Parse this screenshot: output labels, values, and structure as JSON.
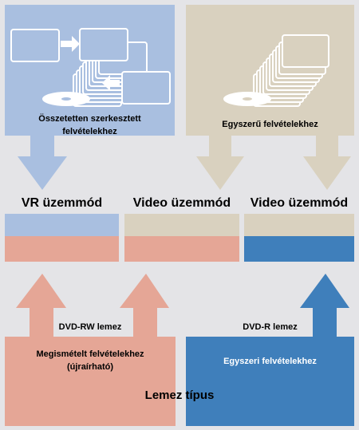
{
  "top_left": {
    "caption_line1": "Összetetten szerkesztett",
    "caption_line2": "felvételekhez"
  },
  "top_right": {
    "caption": "Egyszerű felvételekhez"
  },
  "modes": {
    "vr": "VR üzemmód",
    "video_middle": "Video üzemmód",
    "video_right": "Video üzemmód"
  },
  "discs": {
    "dvd_rw": "DVD-RW lemez",
    "dvd_r": "DVD-R lemez"
  },
  "bottom_left": {
    "caption_line1": "Megismételt felvételekhez",
    "caption_line2": "(újraírható)"
  },
  "bottom_right": {
    "caption": "Egyszeri felvételekhez"
  },
  "footer": {
    "title": "Lemez típus"
  },
  "colors": {
    "background": "#e4e4e7",
    "blue_light": "#a9bfe0",
    "beige": "#d9d1bf",
    "salmon": "#e5a696",
    "blue_dark": "#3f7fbb"
  }
}
